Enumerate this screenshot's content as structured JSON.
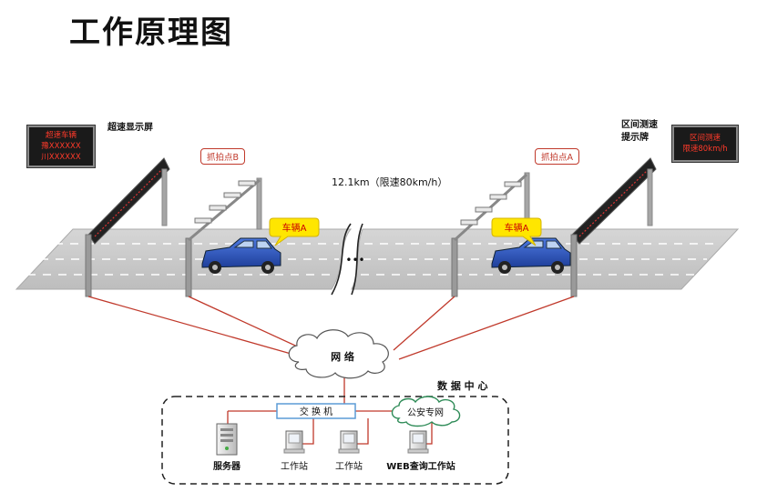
{
  "title": "工作原理图",
  "labels": {
    "overspeed_screen": "超速显示屏",
    "zone_screen_line1": "区间测速",
    "zone_screen_line2": "提示牌",
    "capture_b": "抓拍点B",
    "capture_a": "抓拍点A",
    "distance": "12.1km（限速80km/h）",
    "vehicle_left": "车辆A",
    "vehicle_right": "车辆A",
    "dots": "•••",
    "network": "网    络",
    "data_center": "数 据 中 心",
    "switch": "交   换   机",
    "police_net": "公安专网",
    "server": "服务器",
    "workstation_1": "工作站",
    "workstation_2": "工作站",
    "web_workstation": "WEB查询工作站"
  },
  "signs": {
    "left": [
      "超速车辆",
      "豫XXXXXX",
      "川XXXXXX"
    ],
    "right": [
      "区间测速",
      "限速80km/h"
    ]
  },
  "colors": {
    "road": "#c8c8c8",
    "led_text": "#ff3a2a",
    "link_line": "#c0392b",
    "switch_border": "#5b9bd5",
    "cloud_border": "#2e8b57",
    "car_body": "#2a56c6"
  }
}
